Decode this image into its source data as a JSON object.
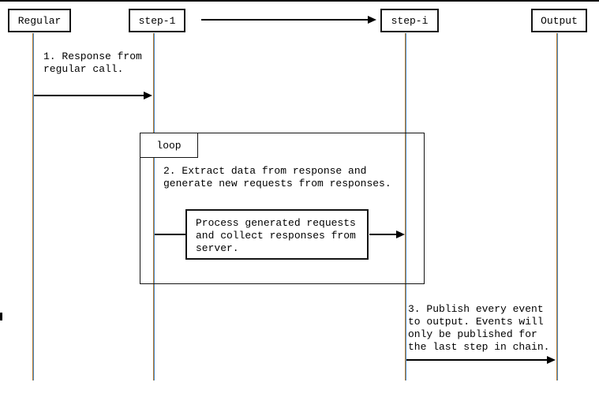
{
  "diagram": {
    "type": "sequence-diagram",
    "participants": [
      {
        "label": "Regular"
      },
      {
        "label": "step-1"
      },
      {
        "label": "step-i"
      },
      {
        "label": "Output"
      }
    ],
    "loop_label": "loop",
    "messages": {
      "msg1": "1. Response from\nregular call.",
      "msg2": "2. Extract data from response and\ngenerate new requests from responses.",
      "process": "Process generated requests\nand collect responses from\nserver.",
      "msg3": "3. Publish every event\nto output. Events will\nonly be published for\nthe last step in chain."
    },
    "colors": {
      "line": "#000000",
      "background": "#ffffff",
      "lifeline_fringe_orange": "#b5772a",
      "lifeline_fringe_blue": "#4a8ccc"
    }
  }
}
